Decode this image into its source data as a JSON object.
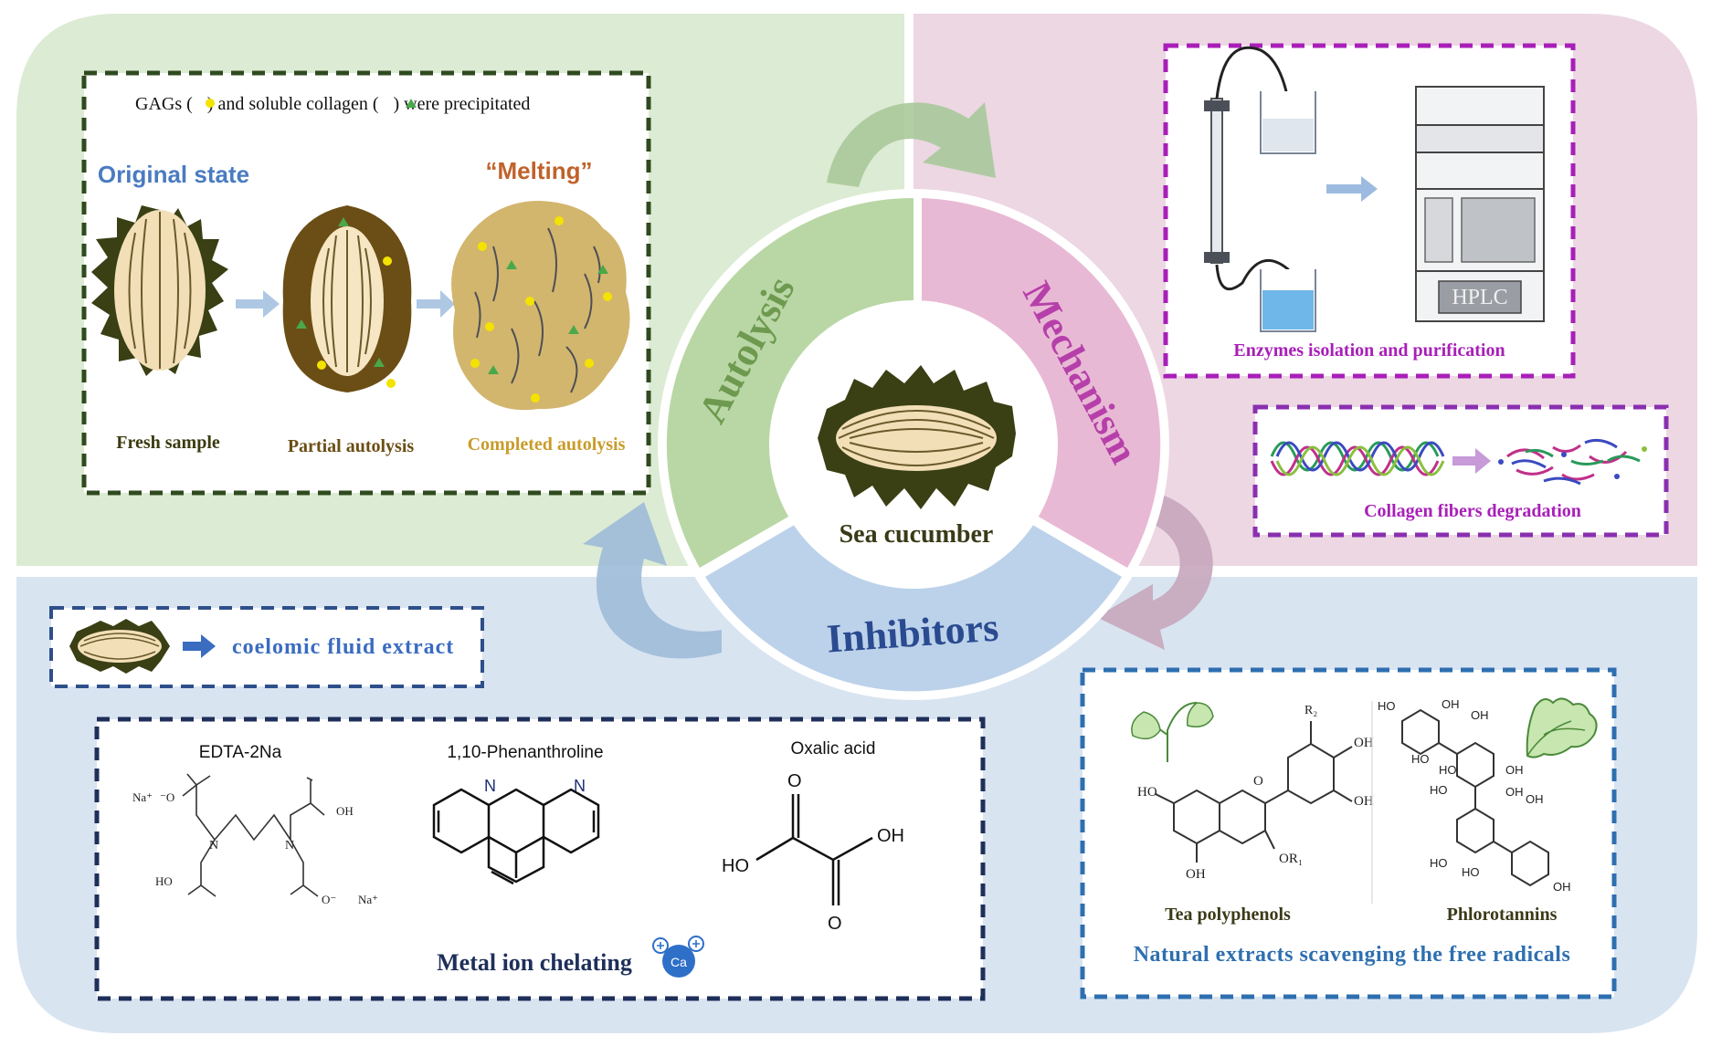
{
  "center": {
    "label": "Sea cucumber",
    "ring_autolysis": "Autolysis",
    "ring_mechanism": "Mechanism",
    "ring_inhibitors": "Inhibitors"
  },
  "autolysis_panel": {
    "precip_pre": "GAGs (",
    "precip_mid": ") and soluble collagen (",
    "precip_post": ") were precipitated",
    "original_state": "Original state",
    "melting": "“Melting”",
    "fresh_sample": "Fresh sample",
    "partial_autolysis": "Partial autolysis",
    "completed_autolysis": "Completed autolysis"
  },
  "mechanism_panel": {
    "hplc": "HPLC",
    "enzymes_caption": "Enzymes isolation and purification",
    "collagen_caption": "Collagen fibers degradation"
  },
  "inhibitor_panel": {
    "coelomic": "coelomic fluid extract",
    "edta": "EDTA-2Na",
    "phen": "1,10-Phenanthroline",
    "oxalic": "Oxalic acid",
    "metal_caption": "Metal ion chelating",
    "ca": "Ca",
    "tea": "Tea polyphenols",
    "phloro": "Phlorotannins",
    "natural_caption": "Natural extracts scavenging the free radicals"
  },
  "chem_labels": {
    "na_plus": "Na⁺",
    "o_minus": "⁻O",
    "oh": "OH",
    "ho": "HO",
    "o": "O",
    "o_minus_r": "O⁻",
    "n": "N",
    "r2": "R₂",
    "or1": "OR₁"
  },
  "colors": {
    "green_bg": "#dcebd3",
    "pink_bg": "#ecd7e3",
    "blue_bg": "#d9e4f1",
    "green_ring": "#b9d7a5",
    "pink_ring": "#e8b9d4",
    "blue_ring": "#bcd2ea",
    "dark_green_dash": "#2f4a1f",
    "purple_dash": "#a81fb8",
    "navy_dash": "#1e2f5a",
    "blue_dash": "#2e6fb0"
  }
}
